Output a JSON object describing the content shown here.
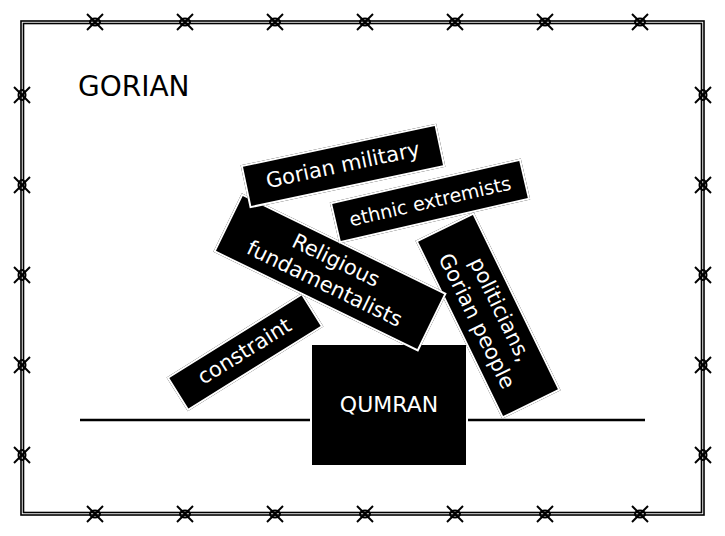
{
  "diagram": {
    "title": "GORIAN",
    "nodes": [
      {
        "text": [
          "Gorian military"
        ]
      },
      {
        "text": [
          "ethnic extremists"
        ]
      },
      {
        "text": [
          "Religious fundamentalists"
        ]
      },
      {
        "text": [
          "politicians, Gorian people"
        ]
      },
      {
        "text": [
          "constraint"
        ]
      },
      {
        "text": [
          "QUMRAN"
        ]
      }
    ]
  }
}
